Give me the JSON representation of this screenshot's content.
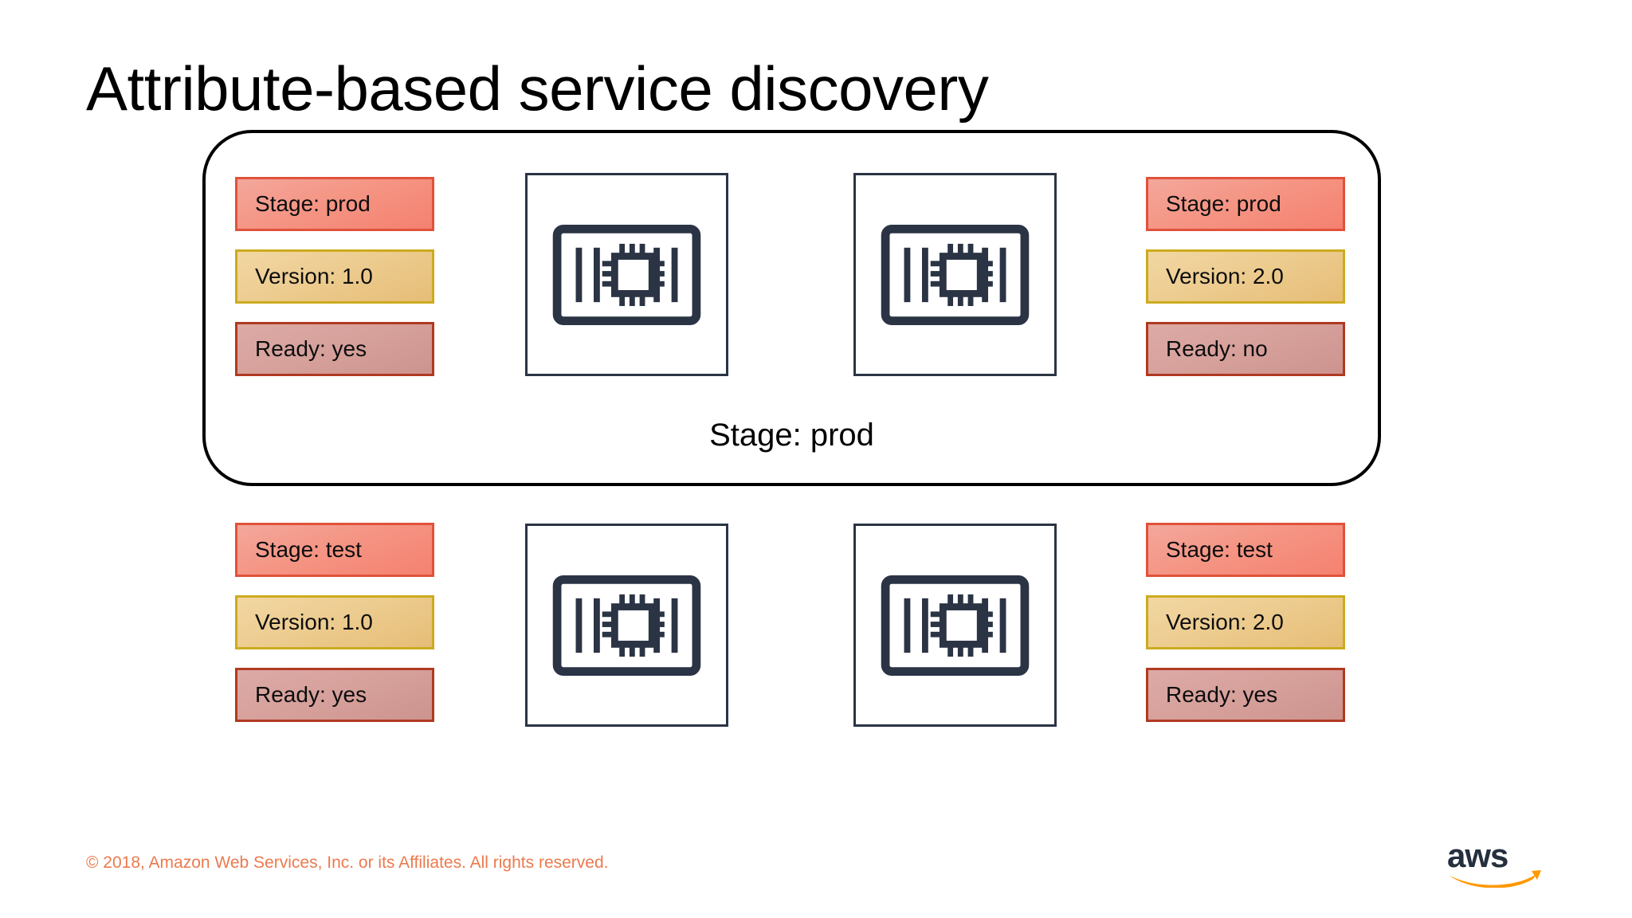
{
  "slide": {
    "title": "Attribute-based service discovery",
    "background_color": "#ffffff"
  },
  "prod_group": {
    "label": "Stage: prod",
    "border_color": "#000000"
  },
  "colors": {
    "stage_fill": "#f59483",
    "stage_border": "#e0523a",
    "version_fill": "#eccb8e",
    "version_border": "#ccab1f",
    "ready_fill": "#d6a09b",
    "ready_border": "#b03a21",
    "icon_stroke": "#2b3445",
    "footer_text": "#ec7a4e",
    "aws_orange": "#ff9900",
    "aws_navy": "#252f3e"
  },
  "nodes": [
    {
      "position": "top-left",
      "icon": "container-compute-icon",
      "attributes": [
        {
          "kind": "stage",
          "label": "Stage: prod"
        },
        {
          "kind": "version",
          "label": "Version: 1.0"
        },
        {
          "kind": "ready",
          "label": "Ready: yes"
        }
      ]
    },
    {
      "position": "top-right",
      "icon": "container-compute-icon",
      "attributes": [
        {
          "kind": "stage",
          "label": "Stage: prod"
        },
        {
          "kind": "version",
          "label": "Version: 2.0"
        },
        {
          "kind": "ready",
          "label": "Ready: no"
        }
      ]
    },
    {
      "position": "bottom-left",
      "icon": "container-compute-icon",
      "attributes": [
        {
          "kind": "stage",
          "label": "Stage: test"
        },
        {
          "kind": "version",
          "label": "Version: 1.0"
        },
        {
          "kind": "ready",
          "label": "Ready: yes"
        }
      ]
    },
    {
      "position": "bottom-right",
      "icon": "container-compute-icon",
      "attributes": [
        {
          "kind": "stage",
          "label": "Stage: test"
        },
        {
          "kind": "version",
          "label": "Version: 2.0"
        },
        {
          "kind": "ready",
          "label": "Ready: yes"
        }
      ]
    }
  ],
  "footer": {
    "copyright": "© 2018, Amazon Web Services, Inc. or its Affiliates. All rights reserved.",
    "logo_text": "aws"
  }
}
